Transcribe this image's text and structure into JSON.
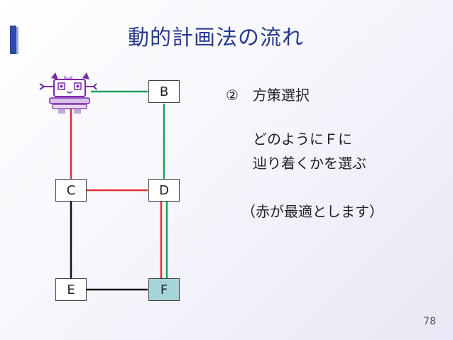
{
  "slide": {
    "title": "動的計画法の流れ",
    "step": "②　方策選択",
    "line1": "どのようにＦに",
    "line2": "辿り着くかを選ぶ",
    "note": "（赤が最適とします）",
    "page_number": "78"
  },
  "graph": {
    "nodes": {
      "A": {
        "label": ""
      },
      "B": {
        "label": "B"
      },
      "C": {
        "label": "C"
      },
      "D": {
        "label": "D"
      },
      "E": {
        "label": "E"
      },
      "F": {
        "label": "F"
      }
    },
    "edges": [
      {
        "from": "A",
        "to": "B",
        "color": "#1fa060",
        "optimal": false
      },
      {
        "from": "A",
        "to": "C",
        "color": "#e03030",
        "optimal": true
      },
      {
        "from": "B",
        "to": "D",
        "color": "#1fa060",
        "optimal": false
      },
      {
        "from": "C",
        "to": "D",
        "color": "#e03030",
        "optimal": true
      },
      {
        "from": "C",
        "to": "E",
        "color": "#111111",
        "optimal": false
      },
      {
        "from": "D",
        "to": "F",
        "color": "#e03030",
        "optimal": true
      },
      {
        "from": "D",
        "to": "F",
        "color": "#1fa060",
        "optimal": false
      },
      {
        "from": "E",
        "to": "F",
        "color": "#111111",
        "optimal": false
      }
    ],
    "colors": {
      "optimal_path": "#e03030",
      "other_path": "#1fa060",
      "plain_edge": "#111111",
      "goal_fill": "#a5d4d8"
    },
    "start_node_icon": "robot-mascot-icon"
  }
}
